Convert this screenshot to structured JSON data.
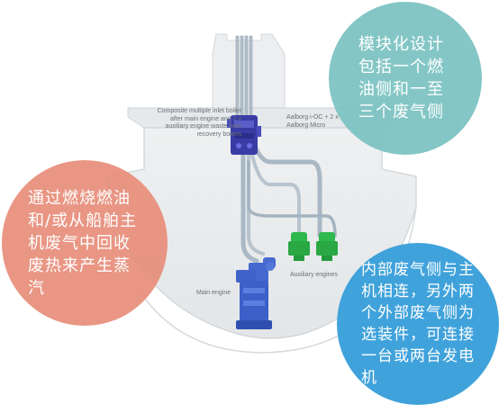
{
  "labels": {
    "composite": "Composite multiple inlet boiler after main engine and 2 x auxiliary engine waste heat recovery boilers",
    "aalborg": "Aalborg i-OC + 2 x Aalborg Micro",
    "auxiliary_engines": "Auxiliary engines",
    "main_engine": "Main engine"
  },
  "bubbles": {
    "top_right": "模块化设计包括一个燃油侧和一至三个废气侧",
    "left": "通过燃烧燃油和/或从船舶主机废气中回收废热来产生蒸汽",
    "bottom_right": "内部废气侧与主机相连，另外两个外部废气侧为选装件，可连接一台或两台发电机"
  },
  "colors": {
    "hull": "#e9ebed",
    "hull_edge": "#cfd3d6",
    "pipe": "#a9b8c4",
    "boiler": "#3a3ca6",
    "main_engine": "#3c5fc8",
    "aux_engine": "#2fb84c",
    "bubble_top_right": "#7ec3c3",
    "bubble_left": "#e8917e",
    "bubble_bottom_right": "#3aa0da"
  },
  "icons": {
    "boiler": "boiler-icon",
    "main_engine": "main-engine-icon",
    "aux_engine": "auxiliary-engine-icon"
  }
}
